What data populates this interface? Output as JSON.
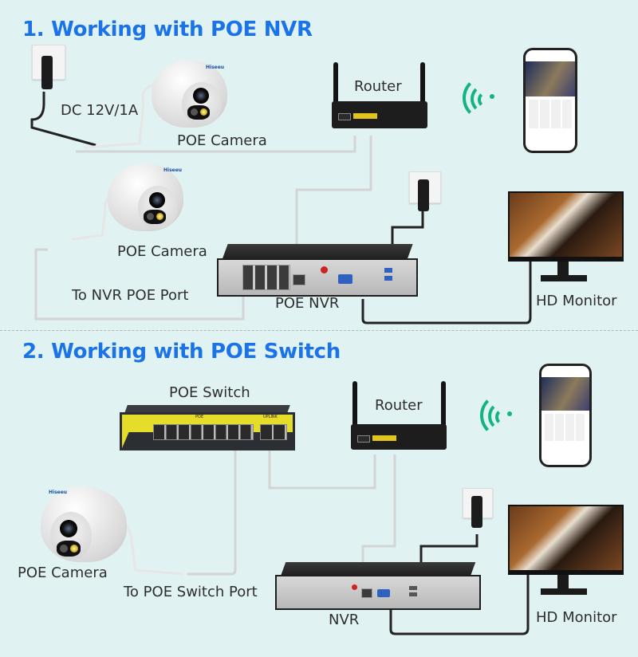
{
  "section1": {
    "title": "1. Working with POE NVR",
    "labels": {
      "power": "DC 12V/1A",
      "camera_top": "POE Camera",
      "router": "Router",
      "camera_bottom": "POE Camera",
      "nvr_port": "To NVR POE Port",
      "nvr": "POE NVR",
      "monitor": "HD Monitor"
    }
  },
  "section2": {
    "title": "2. Working with POE Switch",
    "labels": {
      "switch": "POE Switch",
      "switch_poe_group": "POE",
      "switch_uplink_group": "UPLINK",
      "router": "Router",
      "camera": "POE Camera",
      "switch_port": "To POE Switch Port",
      "nvr": "NVR",
      "monitor": "HD Monitor"
    }
  },
  "colors": {
    "background": "#e1f2f2",
    "title": "#1a73e8",
    "wifi": "#14b383",
    "network_cable": "#d4d4d4",
    "power_cable": "#222222"
  },
  "icons": [
    "power-outlet-icon",
    "power-adapter-icon",
    "dome-camera-icon",
    "router-icon",
    "wifi-signal-icon",
    "smartphone-icon",
    "nvr-icon",
    "monitor-icon",
    "poe-switch-icon"
  ]
}
